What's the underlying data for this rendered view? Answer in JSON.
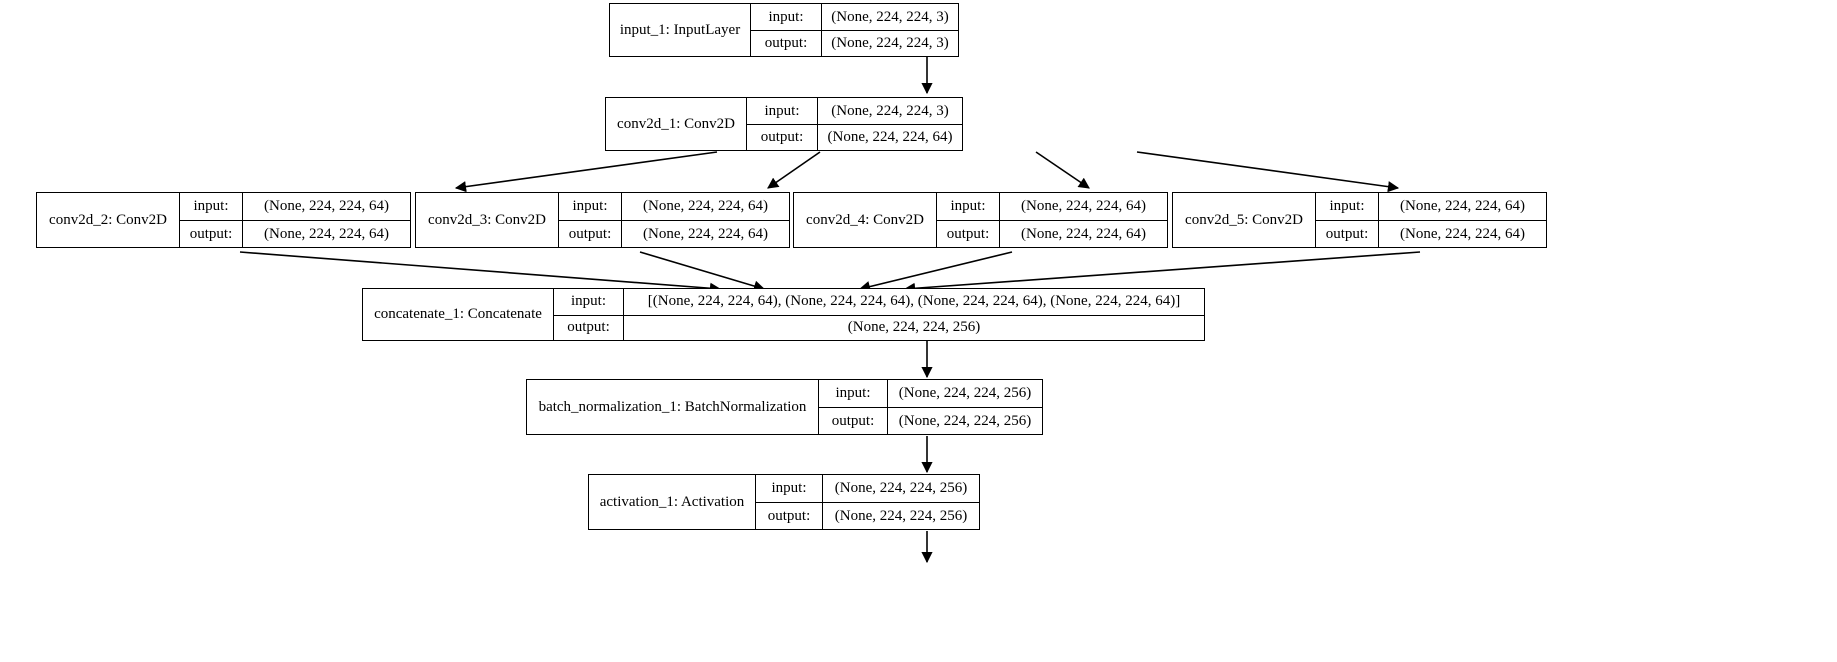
{
  "diagram": {
    "type": "keras-model-plot",
    "background": "#ffffff",
    "line_color": "#000000",
    "io_labels": {
      "input": "input:",
      "output": "output:"
    },
    "nodes": [
      {
        "id": "input_1",
        "title": "input_1: InputLayer",
        "input_shape": "(None, 224, 224, 3)",
        "output_shape": "(None, 224, 224, 3)"
      },
      {
        "id": "conv2d_1",
        "title": "conv2d_1: Conv2D",
        "input_shape": "(None, 224, 224, 3)",
        "output_shape": "(None, 224, 224, 64)"
      },
      {
        "id": "conv2d_2",
        "title": "conv2d_2: Conv2D",
        "input_shape": "(None, 224, 224, 64)",
        "output_shape": "(None, 224, 224, 64)"
      },
      {
        "id": "conv2d_3",
        "title": "conv2d_3: Conv2D",
        "input_shape": "(None, 224, 224, 64)",
        "output_shape": "(None, 224, 224, 64)"
      },
      {
        "id": "conv2d_4",
        "title": "conv2d_4: Conv2D",
        "input_shape": "(None, 224, 224, 64)",
        "output_shape": "(None, 224, 224, 64)"
      },
      {
        "id": "conv2d_5",
        "title": "conv2d_5: Conv2D",
        "input_shape": "(None, 224, 224, 64)",
        "output_shape": "(None, 224, 224, 64)"
      },
      {
        "id": "concatenate_1",
        "title": "concatenate_1: Concatenate",
        "input_shape": "[(None, 224, 224, 64), (None, 224, 224, 64), (None, 224, 224, 64), (None, 224, 224, 64)]",
        "output_shape": "(None, 224, 224, 256)"
      },
      {
        "id": "batch_normalization_1",
        "title": "batch_normalization_1: BatchNormalization",
        "input_shape": "(None, 224, 224, 256)",
        "output_shape": "(None, 224, 224, 256)"
      },
      {
        "id": "activation_1",
        "title": "activation_1: Activation",
        "input_shape": "(None, 224, 224, 256)",
        "output_shape": "(None, 224, 224, 256)"
      }
    ],
    "edges": [
      {
        "from": "input_1",
        "to": "conv2d_1"
      },
      {
        "from": "conv2d_1",
        "to": "conv2d_2"
      },
      {
        "from": "conv2d_1",
        "to": "conv2d_3"
      },
      {
        "from": "conv2d_1",
        "to": "conv2d_4"
      },
      {
        "from": "conv2d_1",
        "to": "conv2d_5"
      },
      {
        "from": "conv2d_2",
        "to": "concatenate_1"
      },
      {
        "from": "conv2d_3",
        "to": "concatenate_1"
      },
      {
        "from": "conv2d_4",
        "to": "concatenate_1"
      },
      {
        "from": "conv2d_5",
        "to": "concatenate_1"
      },
      {
        "from": "concatenate_1",
        "to": "batch_normalization_1"
      },
      {
        "from": "batch_normalization_1",
        "to": "activation_1"
      },
      {
        "from": "activation_1",
        "to": "below"
      }
    ]
  }
}
